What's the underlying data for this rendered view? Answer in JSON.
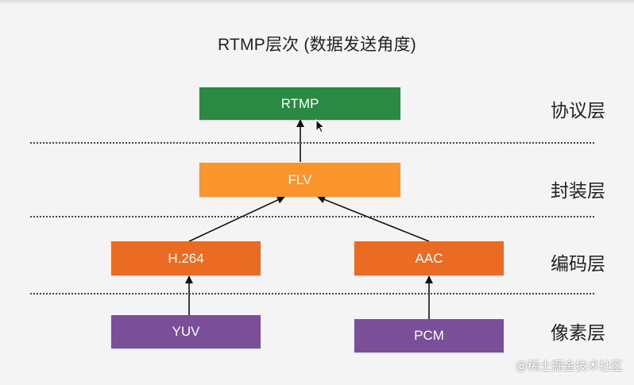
{
  "title": "RTMP层次 (数据发送角度)",
  "boxes": {
    "rtmp": "RTMP",
    "flv": "FLV",
    "h264": "H.264",
    "aac": "AAC",
    "yuv": "YUV",
    "pcm": "PCM"
  },
  "layers": {
    "protocol": "协议层",
    "container": "封装层",
    "encoding": "编码层",
    "pixel": "像素层"
  },
  "colors": {
    "rtmp": "#2a8a43",
    "flv": "#f9952b",
    "h264": "#ea6c23",
    "aac": "#ea6c23",
    "yuv": "#7a4e98",
    "pcm": "#7a4e98"
  },
  "watermark": "@稀土掘金技术社区"
}
